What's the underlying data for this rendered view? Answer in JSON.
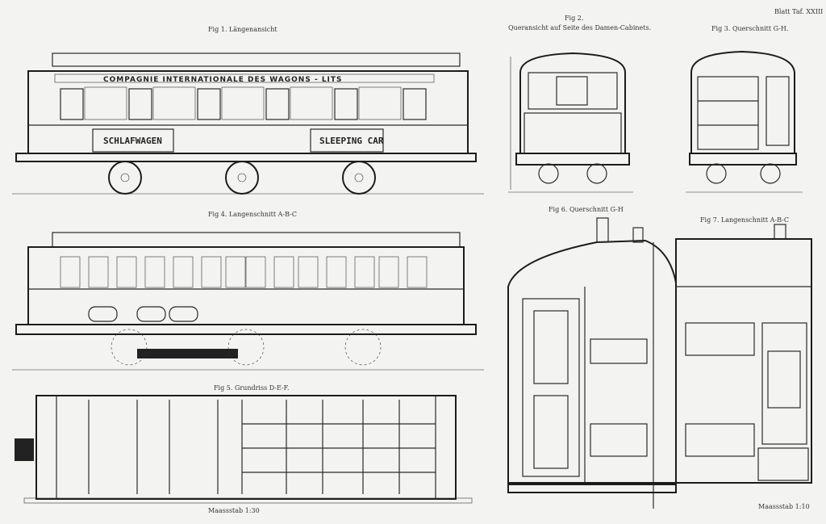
{
  "sheet_number": "Blatt Taf. XXIII",
  "figures": {
    "fig1": "Fig 1. Längenansicht",
    "fig2_num": "Fig 2.",
    "fig2": "Queransicht auf Seite des Damen-Cabinets.",
    "fig3": "Fig 3. Querschnitt G-H.",
    "fig4": "Fig 4. Langenschnitt A-B-C",
    "fig5": "Fig 5. Grundriss D-E-F.",
    "fig6": "Fig 6. Querschnitt G-H",
    "fig7": "Fig 7. Langenschnitt A-B-C"
  },
  "car": {
    "company": "COMPAGNIE  INTERNATIONALE  DES  WAGONS - LITS",
    "left_sign": "SCHLAFWAGEN",
    "right_sign": "SLEEPING CAR"
  },
  "scales": {
    "left": "Maassstab 1:30",
    "right": "Maassstab 1:10"
  }
}
